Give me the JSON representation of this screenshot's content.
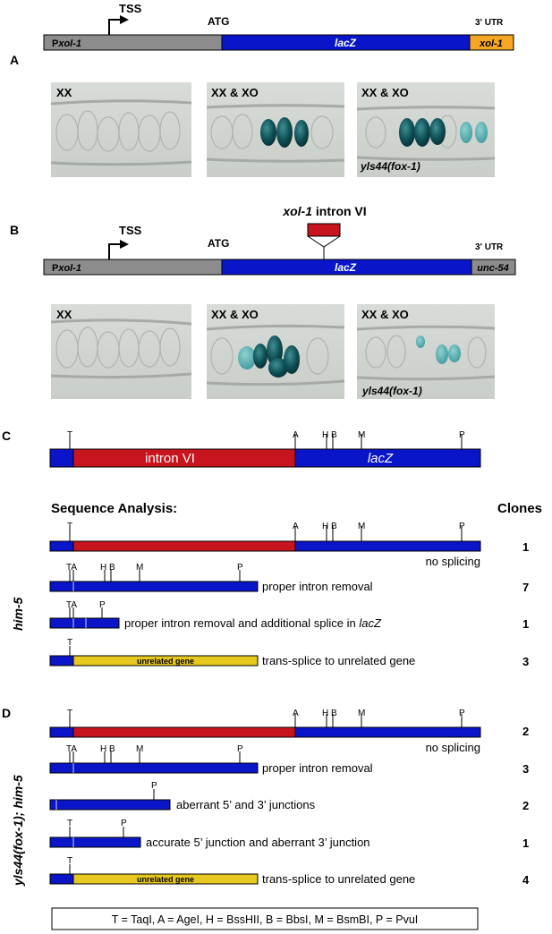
{
  "panels": {
    "A": "A",
    "B": "B",
    "C": "C",
    "D": "D"
  },
  "colors": {
    "grey": "#8c8c8c",
    "blue": "#0a14c8",
    "orange": "#f5a623",
    "red": "#c8141e",
    "yellow": "#e6c81e",
    "outline": "#000000"
  },
  "constructA": {
    "tss": "TSS",
    "atg": "ATG",
    "utr": "3' UTR",
    "promoter_prefix": "P",
    "promoter_gene": "xol-1",
    "lacz": "lacZ",
    "tail": "xol-1"
  },
  "photosA": [
    {
      "label": "XX",
      "sublabel": ""
    },
    {
      "label": "XX & XO",
      "sublabel": ""
    },
    {
      "label": "XX & XO",
      "sublabel": "yls44(fox-1)"
    }
  ],
  "constructB": {
    "intron_gene": "xol-1",
    "intron_rest": " intron VI",
    "tss": "TSS",
    "atg": "ATG",
    "utr": "3' UTR",
    "promoter_prefix": "P",
    "promoter_gene": "xol-1",
    "lacz": "lacZ",
    "tail": "unc-54"
  },
  "photosB": [
    {
      "label": "XX",
      "sublabel": ""
    },
    {
      "label": "XX & XO",
      "sublabel": ""
    },
    {
      "label": "XX & XO",
      "sublabel": "yls44(fox-1)"
    }
  ],
  "constructC": {
    "intron": "intron VI",
    "lacz": "lacZ"
  },
  "sites": {
    "T": "T",
    "A": "A",
    "TA": "TA",
    "H": "H",
    "B": "B",
    "M": "M",
    "P": "P"
  },
  "seq": {
    "title": "Sequence Analysis:",
    "clones_header": "Clones"
  },
  "rowsC": {
    "group_label": "him-5",
    "rows": [
      {
        "desc": "no splicing",
        "clones": "1"
      },
      {
        "desc": "proper intron removal",
        "clones": "7"
      },
      {
        "desc_pre": "proper intron removal and additional splice in ",
        "desc_it": "lacZ",
        "clones": "1"
      },
      {
        "box": "unrelated gene",
        "desc": "trans-splice to unrelated gene",
        "clones": "3"
      }
    ]
  },
  "rowsD": {
    "group_label": "yls44(fox-1); him-5",
    "rows": [
      {
        "desc": "no splicing",
        "clones": "2"
      },
      {
        "desc": "proper intron removal",
        "clones": "3"
      },
      {
        "desc": "aberrant 5’ and 3’ junctions",
        "clones": "2"
      },
      {
        "desc": "accurate 5’ junction and aberrant 3’ junction",
        "clones": "1"
      },
      {
        "box": "unrelated gene",
        "desc": "trans-splice to unrelated gene",
        "clones": "4"
      }
    ]
  },
  "key": "T = TaqI,  A = AgeI,  H = BssHII,  B = BbsI,  M = BsmBI,  P = PvuI"
}
